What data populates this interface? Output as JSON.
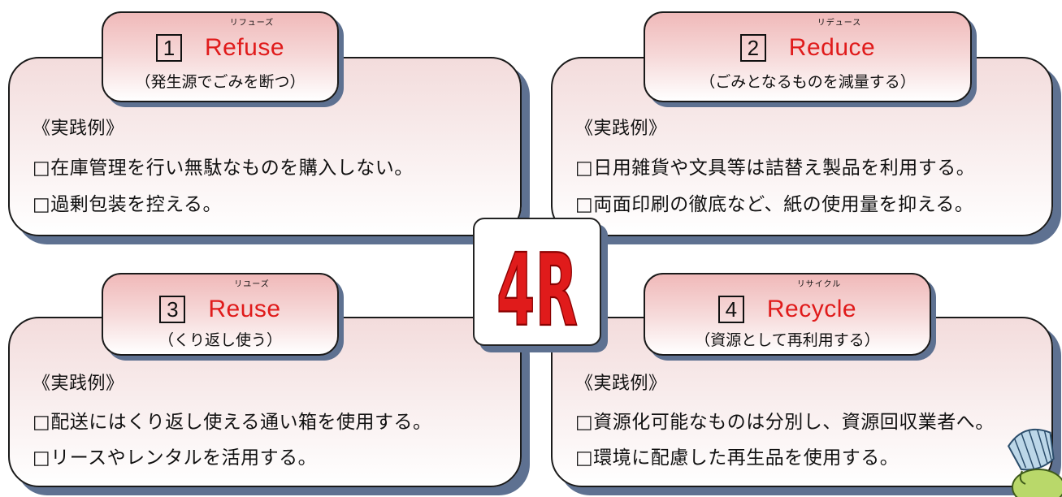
{
  "example_heading": "《実践例》",
  "center_label": "4R",
  "cards": [
    {
      "number": "1",
      "ruby": "リフューズ",
      "name": "Refuse",
      "subtitle": "（発生源でごみを断つ）",
      "items": [
        "□在庫管理を行い無駄なものを購入しない。",
        "□過剰包装を控える。"
      ]
    },
    {
      "number": "2",
      "ruby": "リデュース",
      "name": "Reduce",
      "subtitle": "（ごみとなるものを減量する）",
      "items": [
        "□日用雑貨や文具等は詰替え製品を利用する。",
        "□両面印刷の徹底など、紙の使用量を抑える。"
      ]
    },
    {
      "number": "3",
      "ruby": "リユーズ",
      "name": "Reuse",
      "subtitle": "（くり返し使う）",
      "items": [
        "□配送にはくり返し使える通い箱を使用する。",
        "□リースやレンタルを活用する。"
      ]
    },
    {
      "number": "4",
      "ruby": "リサイクル",
      "name": "Recycle",
      "subtitle": "（資源として再利用する）",
      "items": [
        "□資源化可能なものは分別し、資源回収業者へ。",
        "□環境に配慮した再生品を使用する。"
      ]
    }
  ],
  "colors": {
    "title_red": "#e01b1b",
    "shadow": "#5e7191",
    "card_pink": "#f3dcdc",
    "tab_pink": "#f0b9b9"
  },
  "icons": [
    "cartoon-mascot-icon"
  ]
}
